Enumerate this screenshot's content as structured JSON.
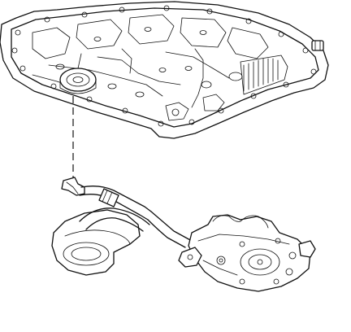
{
  "figure": {
    "kind": "exploded-view line drawing",
    "upper_part": "engine-block-underside",
    "lower_part": "oil-pump-with-pickup-tube",
    "leader": "dashed-alignment-line",
    "stroke_color": "#111111",
    "background_color": "#ffffff"
  }
}
